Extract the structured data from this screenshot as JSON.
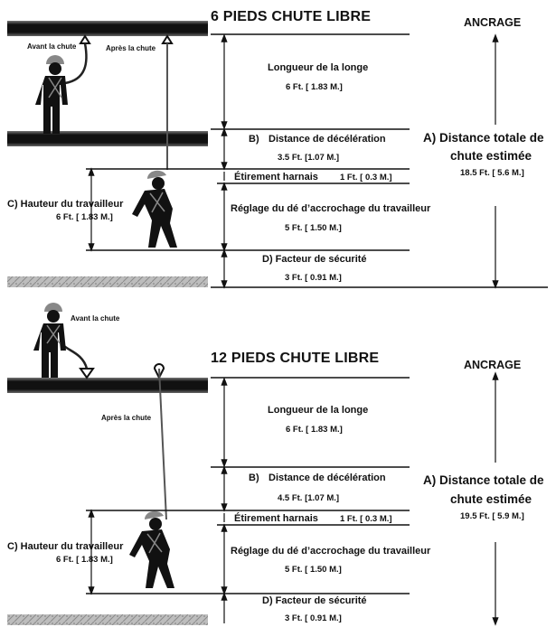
{
  "scenarios": [
    {
      "title": "6 PIEDS CHUTE LIBRE",
      "anchorage": "ANCRAGE",
      "before_fall": "Avant la chute",
      "after_fall": "Après la chute",
      "lanyard_length": {
        "label": "Longueur de la longe",
        "value": "6 Ft. [ 1.83 M.]"
      },
      "deceleration": {
        "letter": "B)",
        "label": "Distance de décélération",
        "value": "3.5 Ft. [1.07 M.]"
      },
      "total_fall": {
        "line1": "A) Distance totale de",
        "line2": "chute estimée",
        "value": "18.5 Ft. [ 5.6 M.]"
      },
      "harness_stretch": {
        "label": "Étirement harnais",
        "value": "1 Ft. [ 0.3 M.]"
      },
      "worker_height": {
        "label": "C) Hauteur du travailleur",
        "value": "6 Ft. [ 1.83 M.]"
      },
      "d_ring_adjustment": {
        "label": "Réglage du dé d’accrochage du travailleur",
        "value": "5 Ft. [ 1.50 M.]"
      },
      "safety_factor": {
        "label": "D) Facteur de sécurité",
        "value": "3 Ft. [ 0.91 M.]"
      }
    },
    {
      "title": "12 PIEDS CHUTE LIBRE",
      "anchorage": "ANCRAGE",
      "before_fall": "Avant la chute",
      "after_fall": "Après la chute",
      "lanyard_length": {
        "label": "Longueur de la longe",
        "value": "6 Ft. [ 1.83 M.]"
      },
      "deceleration": {
        "letter": "B)",
        "label": "Distance de décélération",
        "value": "4.5 Ft. [1.07 M.]"
      },
      "total_fall": {
        "line1": "A) Distance totale de",
        "line2": "chute estimée",
        "value": "19.5 Ft. [ 5.9 M.]"
      },
      "harness_stretch": {
        "label": "Étirement harnais",
        "value": "1 Ft. [ 0.3 M.]"
      },
      "worker_height": {
        "label": "C) Hauteur du travailleur",
        "value": "6 Ft. [ 1.83 M.]"
      },
      "d_ring_adjustment": {
        "label": "Réglage du dé d’accrochage du travailleur",
        "value": "5 Ft. [ 1.50 M.]"
      },
      "safety_factor": {
        "label": "D) Facteur de sécurité",
        "value": "3 Ft. [ 0.91 M.]"
      }
    }
  ]
}
